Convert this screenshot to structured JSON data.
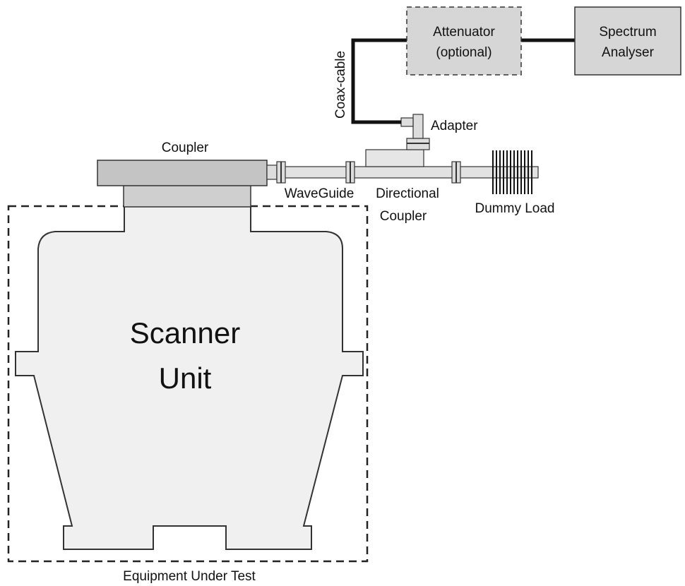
{
  "labels": {
    "attenuator_line1": "Attenuator",
    "attenuator_line2": "(optional)",
    "spectrum_line1": "Spectrum",
    "spectrum_line2": "Analyser",
    "coax_cable": "Coax-cable",
    "adapter": "Adapter",
    "coupler": "Coupler",
    "waveguide": "WaveGuide",
    "directional_line1": "Directional",
    "directional_line2": "Coupler",
    "dummy_load": "Dummy Load",
    "scanner_line1": "Scanner",
    "scanner_line2": "Unit",
    "equipment_under_test": "Equipment Under Test"
  },
  "colors": {
    "box_fill": "#d8d8d8",
    "body_fill": "#f0f0f0",
    "stroke": "#333333",
    "cable": "#111111"
  }
}
